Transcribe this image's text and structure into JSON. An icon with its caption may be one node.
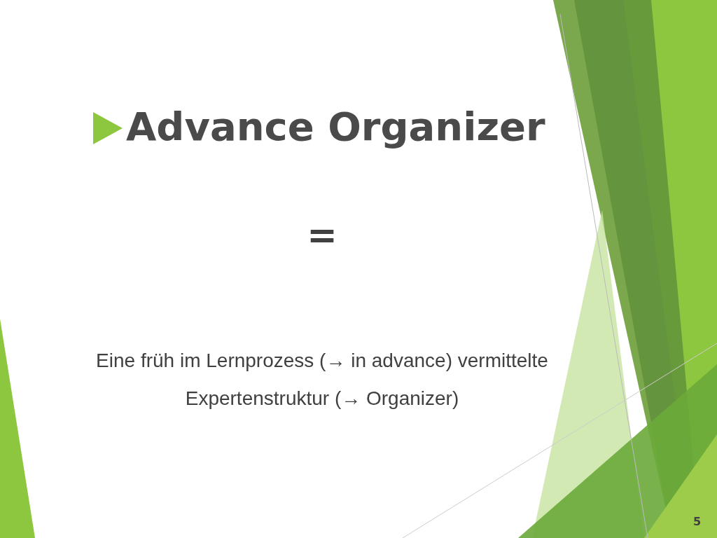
{
  "diagram": {
    "title": "Advance Organizer",
    "labels": [
      "=",
      "Eine früh im Lernprozess (→ in advance) vermittelte Expertenstruktur (→ Organizer)",
      "5"
    ]
  }
}
